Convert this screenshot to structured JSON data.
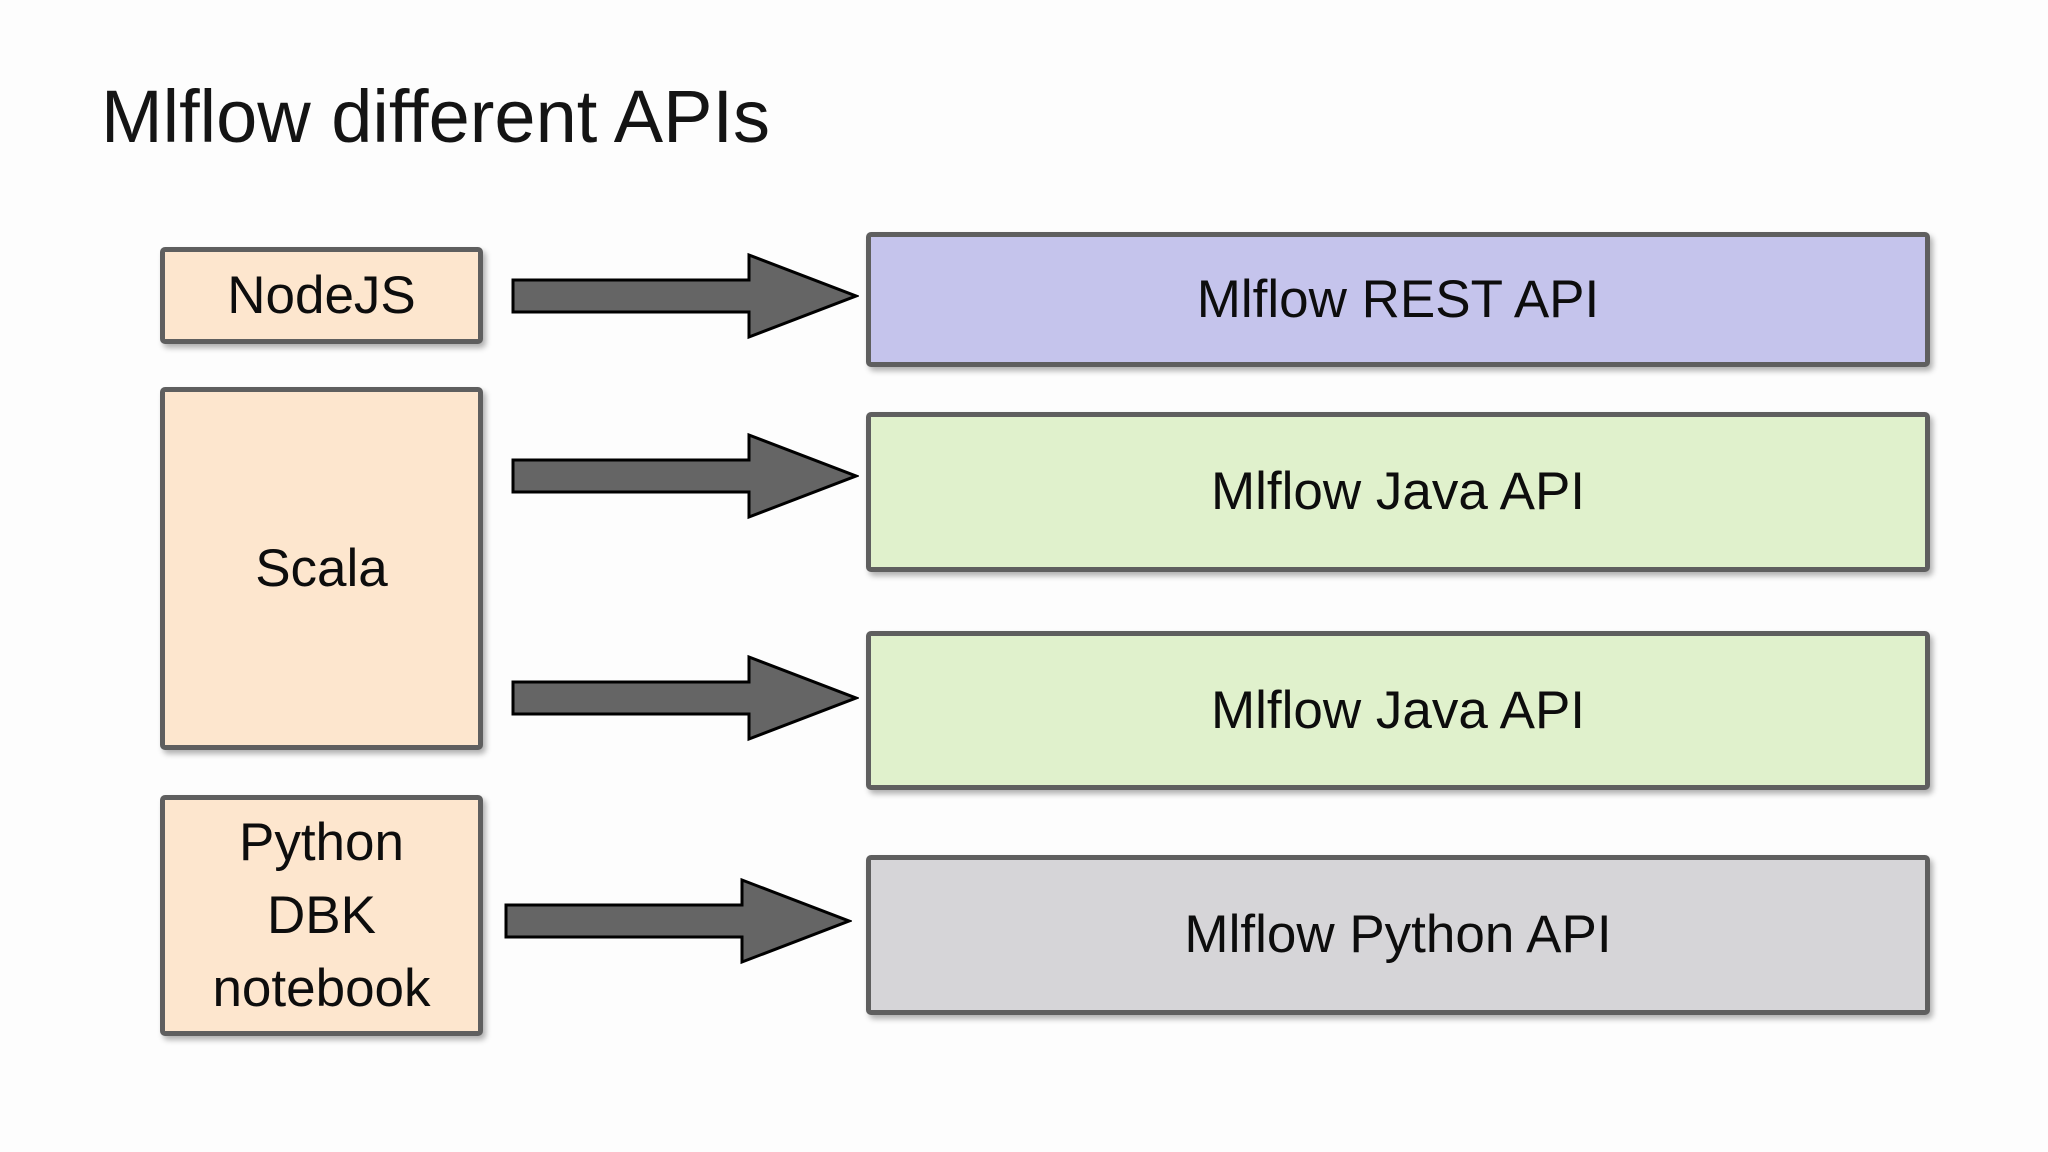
{
  "slide": {
    "title": "Mlflow different APIs",
    "background": "#fdfdfd"
  },
  "colors": {
    "client_fill": "#fde6ce",
    "rest_api_fill": "#c5c4ec",
    "java_api_fill": "#e0f1cc",
    "python_api_fill": "#d6d5d8",
    "box_border": "#5f5f5f",
    "arrow_fill": "#656565",
    "arrow_outline": "#000000",
    "text": "#0d0d0d"
  },
  "icons": {
    "arrow": "right-block-arrow"
  },
  "clients": [
    {
      "label": "NodeJS"
    },
    {
      "label": "Scala"
    },
    {
      "label": "Python\nDBK\nnotebook"
    }
  ],
  "apis": [
    {
      "label": "Mlflow REST API",
      "fill": "#c5c4ec"
    },
    {
      "label": "Mlflow Java API",
      "fill": "#e0f1cc"
    },
    {
      "label": "Mlflow Java API",
      "fill": "#e0f1cc"
    },
    {
      "label": "Mlflow Python API",
      "fill": "#d6d5d8"
    }
  ]
}
